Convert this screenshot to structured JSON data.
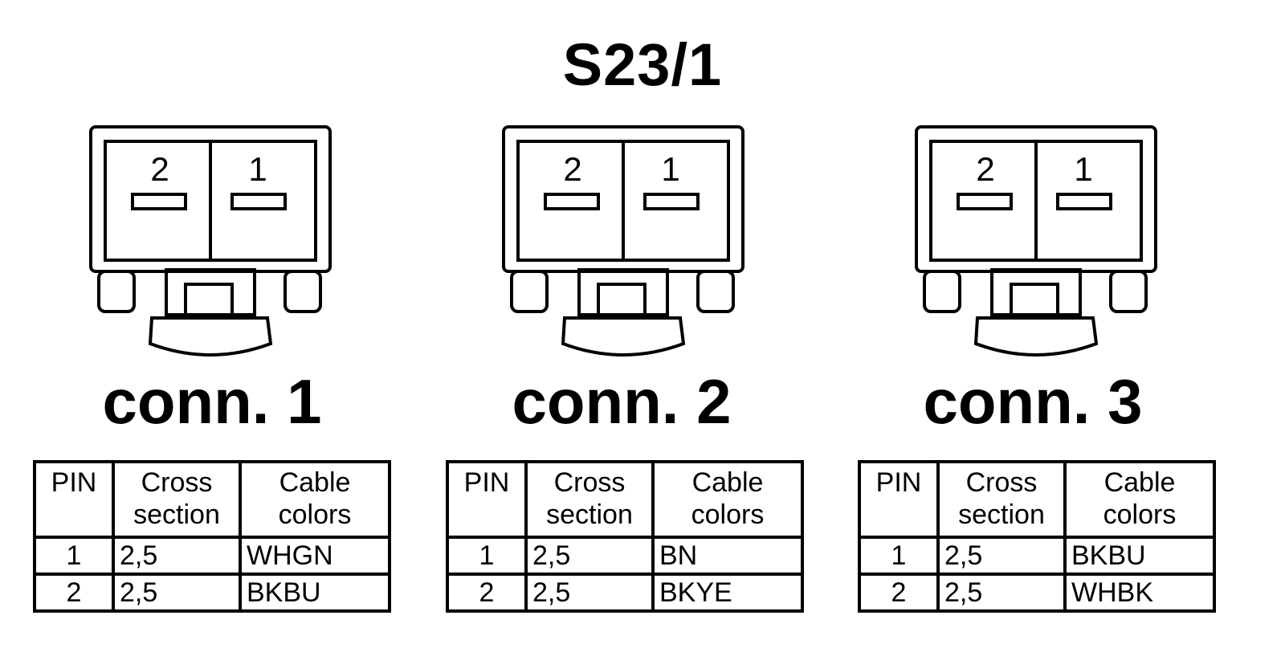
{
  "title": "S23/1",
  "table_headers": {
    "pin": "PIN",
    "cross_section": "Cross section",
    "cable_colors": "Cable colors"
  },
  "connectors": [
    {
      "label": "conn. 1",
      "pin_labels": [
        "2",
        "1"
      ],
      "rows": [
        {
          "pin": "1",
          "cross_section": "2,5",
          "color": "WHGN"
        },
        {
          "pin": "2",
          "cross_section": "2,5",
          "color": "BKBU"
        }
      ]
    },
    {
      "label": "conn. 2",
      "pin_labels": [
        "2",
        "1"
      ],
      "rows": [
        {
          "pin": "1",
          "cross_section": "2,5",
          "color": "BN"
        },
        {
          "pin": "2",
          "cross_section": "2,5",
          "color": "BKYE"
        }
      ]
    },
    {
      "label": "conn. 3",
      "pin_labels": [
        "2",
        "1"
      ],
      "rows": [
        {
          "pin": "1",
          "cross_section": "2,5",
          "color": "BKBU"
        },
        {
          "pin": "2",
          "cross_section": "2,5",
          "color": "WHBK"
        }
      ]
    }
  ]
}
